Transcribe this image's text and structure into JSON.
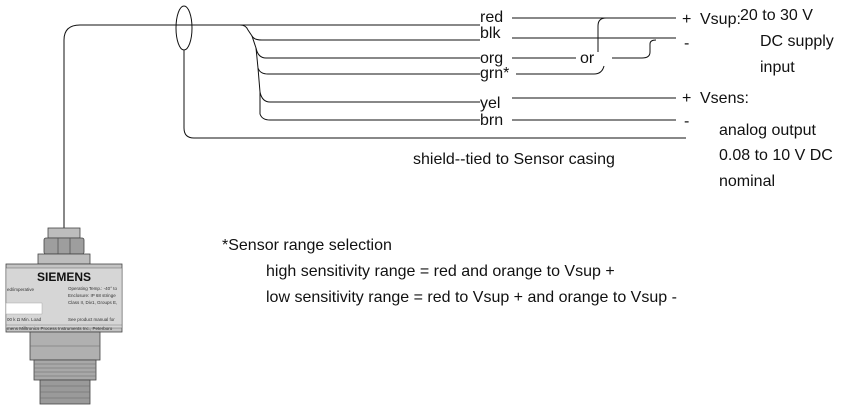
{
  "wires": {
    "red": "red",
    "blk": "blk",
    "org": "org",
    "grn": "grn*",
    "yel": "yel",
    "brn": "brn",
    "or": "or"
  },
  "terminals": {
    "vsup_plus": "+",
    "vsup_label": "Vsup:",
    "vsup_minus": "-",
    "vsens_plus": "+",
    "vsens_label": "Vsens:",
    "vsens_minus": "-"
  },
  "supply": {
    "line1": "20 to 30 V",
    "line2": "DC supply",
    "line3": "input"
  },
  "analog": {
    "line1": "analog output",
    "line2": "0.08 to 10 V DC",
    "line3": "nominal"
  },
  "shield_label": "shield--tied to Sensor casing",
  "note": {
    "title": "*Sensor range selection",
    "line1": "high sensitivity range = red and orange to Vsup +",
    "line2": "low sensitivity range = red to Vsup + and orange to Vsup -"
  },
  "sensor": {
    "brand": "SIEMENS",
    "plate_left_1": "ed/imperative",
    "plate_left_2": "00 k Ω Min. Load",
    "plate_right_1": "Operating Temp.: -40° to",
    "plate_right_2": "Enclosure: IP 68 stringe",
    "plate_right_3": "Class II, Div1, Groups E,",
    "plate_right_4": "See product manual for",
    "plate_bottom": "mens Milltronics Process Instruments Inc., Peterboro"
  }
}
